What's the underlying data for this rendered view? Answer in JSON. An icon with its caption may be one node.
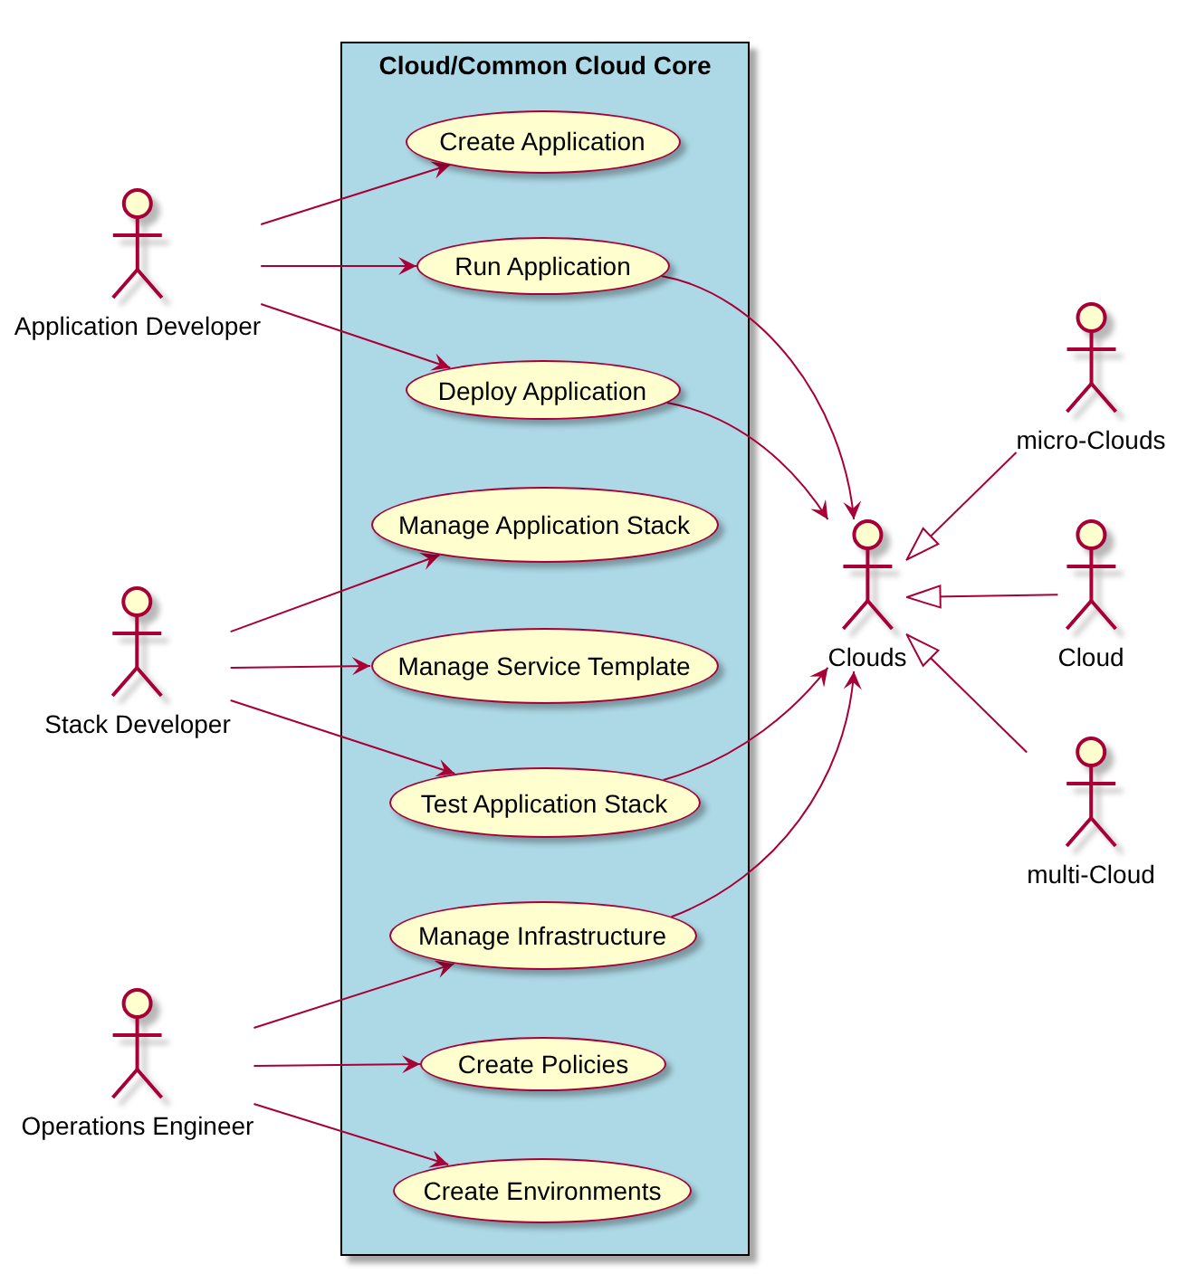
{
  "diagram": {
    "nodes": [
      {
        "text": [
          "Cloud/Common Cloud Core"
        ]
      },
      {
        "text": [
          "Create Application"
        ],
        "in": 0
      },
      {
        "text": [
          "Run Application"
        ],
        "in": 0
      },
      {
        "text": [
          "Deploy Application"
        ],
        "in": 0
      },
      {
        "text": [
          "Manage Application Stack"
        ],
        "in": 0
      },
      {
        "text": [
          "Manage Service Template"
        ],
        "in": 0
      },
      {
        "text": [
          "Test Application Stack"
        ],
        "in": 0
      },
      {
        "text": [
          "Manage Infrastructure"
        ],
        "in": 0
      },
      {
        "text": [
          "Create Policies"
        ],
        "in": 0
      },
      {
        "text": [
          "Create Environments"
        ],
        "in": 0
      },
      {
        "text": [
          "Application Developer"
        ]
      },
      {
        "text": [
          "Stack Developer"
        ]
      },
      {
        "text": [
          "Operations Engineer"
        ]
      },
      {
        "text": [
          "Clouds"
        ]
      },
      {
        "text": [
          "micro-Clouds"
        ]
      },
      {
        "text": [
          "Cloud"
        ]
      },
      {
        "text": [
          "multi-Cloud"
        ]
      }
    ],
    "edges": [
      {
        "from": 10,
        "to": 1,
        "arrow": "to"
      },
      {
        "from": 10,
        "to": 2,
        "arrow": "to"
      },
      {
        "from": 10,
        "to": 3,
        "arrow": "to"
      },
      {
        "from": 11,
        "to": 4,
        "arrow": "to"
      },
      {
        "from": 11,
        "to": 5,
        "arrow": "to"
      },
      {
        "from": 11,
        "to": 6,
        "arrow": "to"
      },
      {
        "from": 12,
        "to": 7,
        "arrow": "to"
      },
      {
        "from": 12,
        "to": 8,
        "arrow": "to"
      },
      {
        "from": 12,
        "to": 9,
        "arrow": "to"
      },
      {
        "from": 2,
        "to": 13,
        "arrow": "to"
      },
      {
        "from": 3,
        "to": 13,
        "arrow": "to"
      },
      {
        "from": 6,
        "to": 13,
        "arrow": "to"
      },
      {
        "from": 7,
        "to": 13,
        "arrow": "to"
      },
      {
        "from": 14,
        "to": 13,
        "arrow": "to"
      },
      {
        "from": 15,
        "to": 13,
        "arrow": "to"
      },
      {
        "from": 16,
        "to": 13,
        "arrow": "to"
      }
    ]
  }
}
